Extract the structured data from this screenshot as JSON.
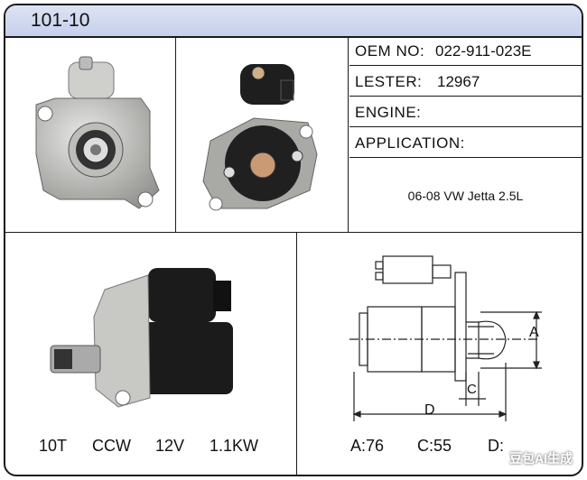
{
  "header": {
    "code": "101-10"
  },
  "specs": {
    "oem_label": "OEM NO:",
    "oem_value": "022-911-023E",
    "lester_label": "LESTER:",
    "lester_value": "12967",
    "engine_label": "ENGINE:",
    "engine_value": "",
    "application_label": "APPLICATION:",
    "application_value": "06-08 VW Jetta 2.5L"
  },
  "ratings": {
    "teeth": "10T",
    "rotation": "CCW",
    "voltage": "12V",
    "power": "1.1KW"
  },
  "diagram": {
    "label_a": "A",
    "label_c": "C",
    "label_d": "D",
    "dim_a": "A:76",
    "dim_c": "C:55",
    "dim_d": "D:"
  },
  "watermark": "豆包AI生成"
}
